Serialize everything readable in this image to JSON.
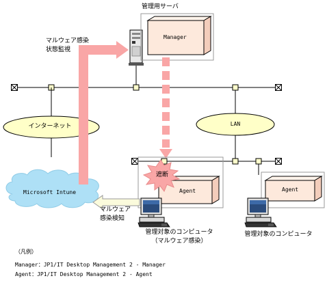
{
  "server": {
    "caption": "管理用サーバ",
    "manager_label": "Manager"
  },
  "monitor_label": [
    "マルウェア感染",
    "状態監視"
  ],
  "networks": {
    "internet": "インターネット",
    "lan": "LAN",
    "cloud": "Microsoft Intune"
  },
  "detect_label": [
    "マルウェア",
    "感染検知"
  ],
  "block_label": "遮断",
  "clients": [
    {
      "agent_label": "Agent",
      "caption": [
        "管理対象のコンピュータ",
        "（マルウェア感染）"
      ]
    },
    {
      "agent_label": "Agent",
      "caption": [
        "管理対象のコンピュータ"
      ]
    }
  ],
  "legend": {
    "title": "（凡例）",
    "lines": [
      "Manager：JP1/IT Desktop Management 2 - Manager",
      "Agent：JP1/IT Desktop Management 2 - Agent"
    ]
  },
  "colors": {
    "flow_pink": "#f9a6a6",
    "box_fill": "#fde9dc",
    "ellipse_fill": "#ffffc8",
    "cloud_fill": "#aee0f6",
    "detect_arrow": "#fbfbdc",
    "node_fill": "#ffffcc"
  },
  "icons": [
    "server-icon",
    "pc-icon",
    "burst-icon",
    "node-icon",
    "terminator-icon"
  ]
}
